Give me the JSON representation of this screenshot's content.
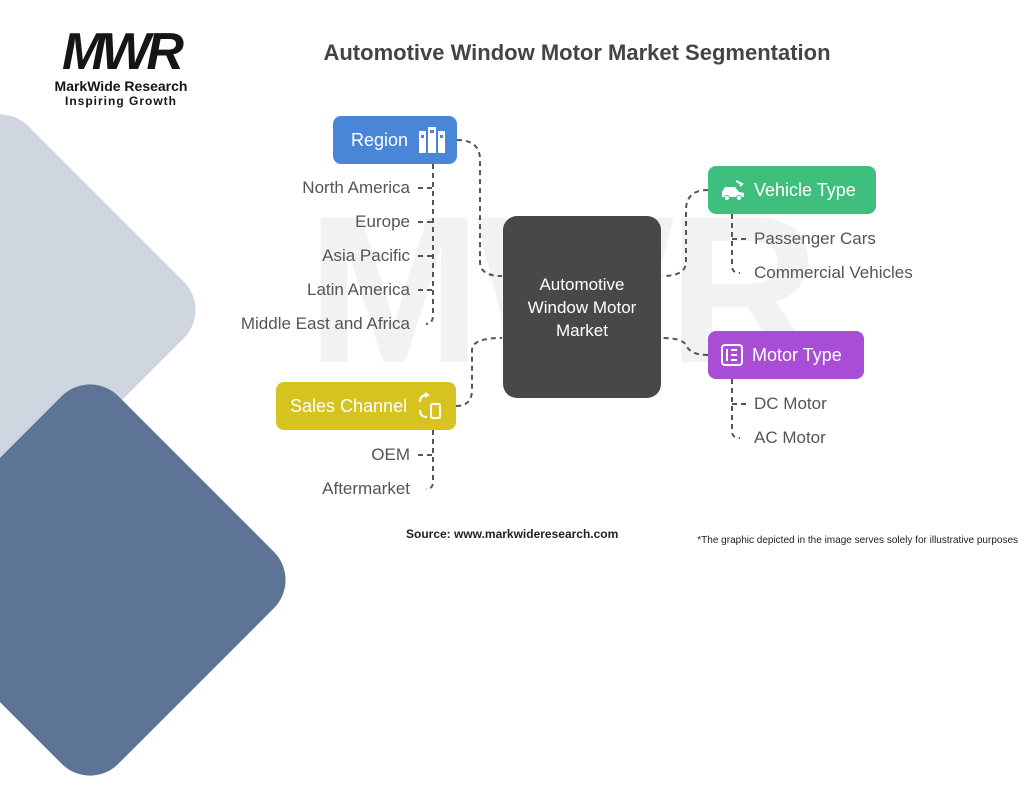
{
  "logo": {
    "mark": "MWR",
    "brand": "MarkWide Research",
    "tagline": "Inspiring Growth"
  },
  "title": "Automotive Window Motor Market Segmentation",
  "center": {
    "label": "Automotive Window Motor Market"
  },
  "segments": {
    "region": {
      "label": "Region",
      "color": "#4a86d8",
      "icon": "building-icon",
      "items": [
        "North America",
        "Europe",
        "Asia Pacific",
        "Latin America",
        "Middle East and Africa"
      ]
    },
    "sales_channel": {
      "label": "Sales Channel",
      "color": "#d6c31f",
      "icon": "device-sync-icon",
      "items": [
        "OEM",
        "Aftermarket"
      ]
    },
    "vehicle_type": {
      "label": "Vehicle Type",
      "color": "#3fbf7d",
      "icon": "car-icon",
      "items": [
        "Passenger Cars",
        "Commercial Vehicles"
      ]
    },
    "motor_type": {
      "label": "Motor Type",
      "color": "#a84dd6",
      "icon": "motor-icon",
      "items": [
        "DC Motor",
        "AC Motor"
      ]
    }
  },
  "footer": {
    "source": "Source: www.markwideresearch.com",
    "note": "*The graphic depicted in the image serves solely for illustrative purposes"
  }
}
